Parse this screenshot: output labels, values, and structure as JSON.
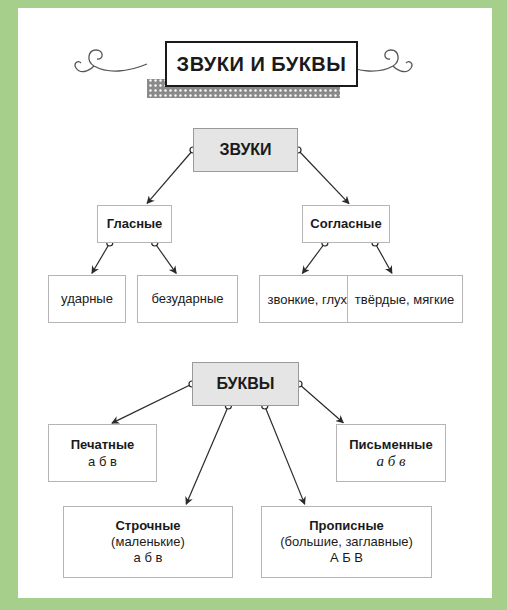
{
  "diagram": {
    "title": "ЗВУКИ И БУКВЫ",
    "nodes": [
      {
        "text": [
          "ЗВУКИ"
        ]
      },
      {
        "text": [
          "Гласные"
        ]
      },
      {
        "text": [
          "Согласные"
        ]
      },
      {
        "text": [
          "ударные"
        ]
      },
      {
        "text": [
          "безударные"
        ]
      },
      {
        "text": [
          "звонкие, глухие"
        ]
      },
      {
        "text": [
          "твёрдые, мягкие"
        ]
      },
      {
        "text": [
          "БУКВЫ"
        ]
      },
      {
        "text": [
          "Печатные",
          "а б в"
        ]
      },
      {
        "text": [
          "Письменные",
          "а б в"
        ]
      },
      {
        "text": [
          "Строчные",
          "(маленькие)",
          "а б в"
        ]
      },
      {
        "text": [
          "Прописные",
          "(большие, заглавные)",
          "А Б В"
        ]
      }
    ],
    "edges": [
      {
        "from": 0,
        "to": 1,
        "arrow": "to"
      },
      {
        "from": 0,
        "to": 2,
        "arrow": "to"
      },
      {
        "from": 1,
        "to": 3,
        "arrow": "to"
      },
      {
        "from": 1,
        "to": 4,
        "arrow": "to"
      },
      {
        "from": 2,
        "to": 5,
        "arrow": "to"
      },
      {
        "from": 2,
        "to": 6,
        "arrow": "to"
      },
      {
        "from": 7,
        "to": 8,
        "arrow": "to"
      },
      {
        "from": 7,
        "to": 9,
        "arrow": "to"
      },
      {
        "from": 7,
        "to": 10,
        "arrow": "to"
      },
      {
        "from": 7,
        "to": 11,
        "arrow": "to"
      }
    ]
  }
}
